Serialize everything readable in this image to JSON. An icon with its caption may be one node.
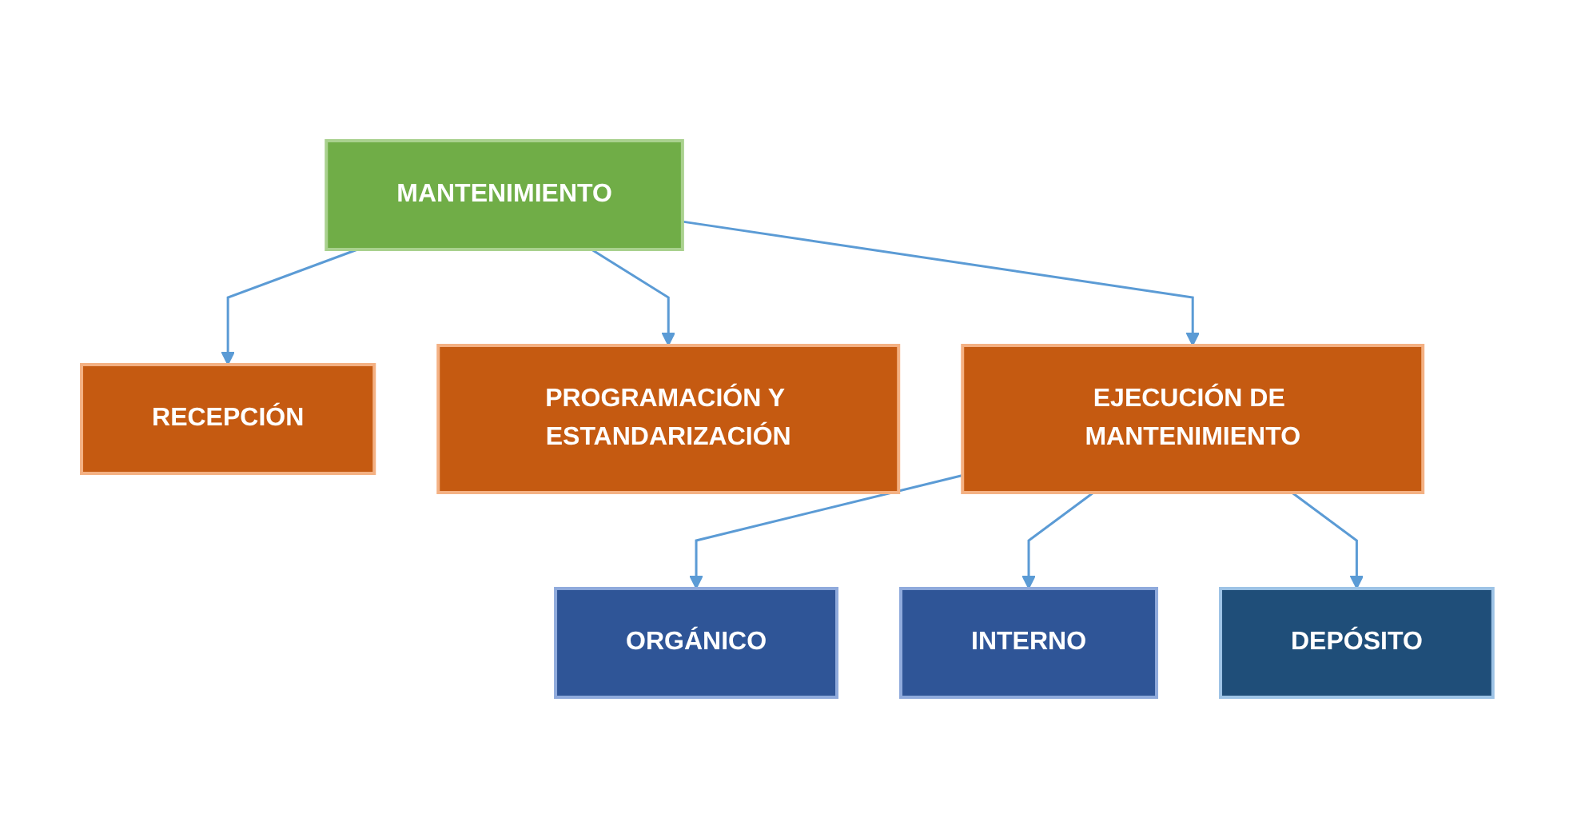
{
  "diagram": {
    "nodes": [
      {
        "text": [
          "MANTENIMIENTO"
        ]
      },
      {
        "text": [
          "RECEPCIÓN"
        ]
      },
      {
        "text": [
          "PROGRAMACIÓN Y ESTANDARIZACIÓN"
        ]
      },
      {
        "text": [
          "EJECUCIÓN DE MANTENIMIENTO"
        ]
      },
      {
        "text": [
          "ORGÁNICO"
        ]
      },
      {
        "text": [
          "INTERNO"
        ]
      },
      {
        "text": [
          "DEPÓSITO"
        ]
      }
    ],
    "edges": [
      {
        "from": 0,
        "to": 1,
        "arrow": "to"
      },
      {
        "from": 0,
        "to": 2,
        "arrow": "to"
      },
      {
        "from": 0,
        "to": 3,
        "arrow": "to"
      },
      {
        "from": 3,
        "to": 4,
        "arrow": "to"
      },
      {
        "from": 3,
        "to": 5,
        "arrow": "to"
      },
      {
        "from": 3,
        "to": 6,
        "arrow": "to"
      }
    ]
  }
}
